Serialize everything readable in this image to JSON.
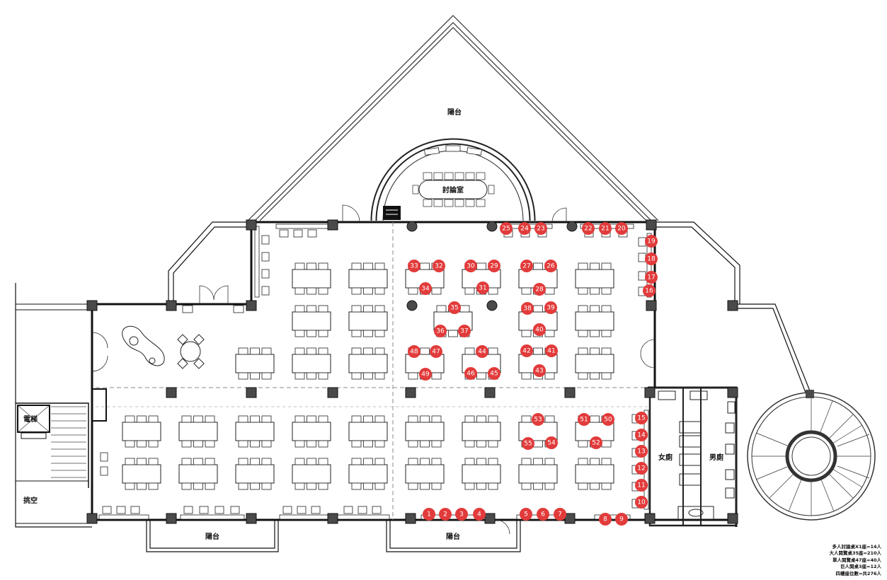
{
  "labels": {
    "balcony_top": "陽台",
    "meeting_room": "討論室",
    "elevator": "電梯",
    "void": "挑空",
    "womens_restroom": "女廁",
    "mens_restroom": "男廁",
    "balcony_bottom_left": "陽台",
    "balcony_bottom_right": "陽台"
  },
  "legend": [
    "多人討論桌X1座=14人",
    "大人閱覽桌35座=210人",
    "單人閱覽桌47座=40人",
    "巨人閱桌3座=12人",
    "四樓座位數=共276人"
  ],
  "colors": {
    "seat_marker": "#e23b3b",
    "wall": "#111111",
    "column": "#4a4a4a"
  },
  "seats": [
    "1",
    "2",
    "3",
    "4",
    "5",
    "6",
    "7",
    "8",
    "9",
    "10",
    "11",
    "12",
    "13",
    "14",
    "15",
    "16",
    "17",
    "18",
    "19",
    "20",
    "21",
    "22",
    "23",
    "24",
    "25",
    "26",
    "27",
    "28",
    "29",
    "30",
    "31",
    "32",
    "33",
    "34",
    "35",
    "36",
    "37",
    "38",
    "39",
    "40",
    "41",
    "42",
    "43",
    "44",
    "45",
    "46",
    "47",
    "48",
    "49",
    "50",
    "51",
    "52",
    "53",
    "54",
    "55"
  ]
}
